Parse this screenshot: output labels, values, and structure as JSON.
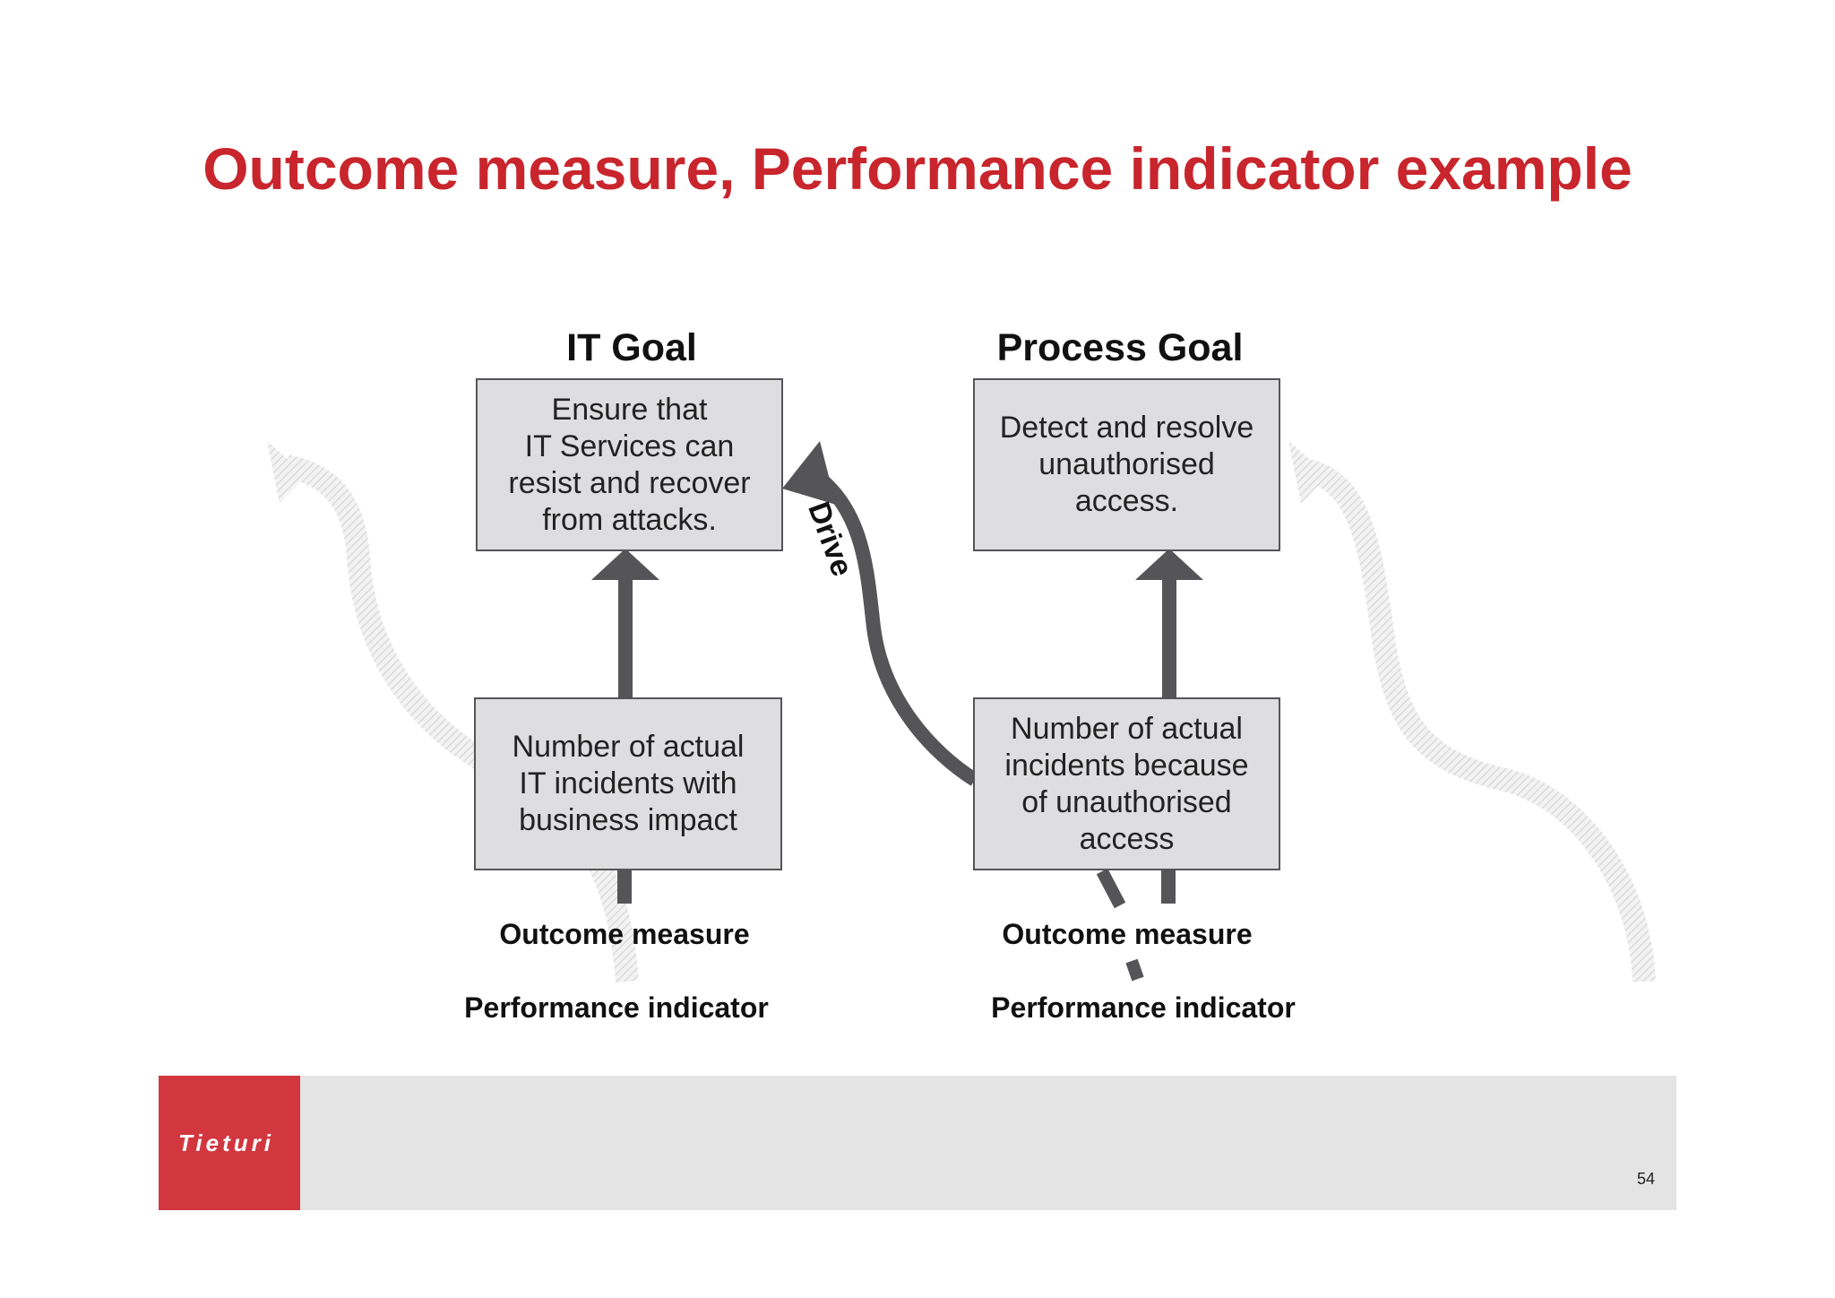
{
  "title": "Outcome measure, Performance indicator example",
  "left": {
    "heading": "IT Goal",
    "goal_text": "Ensure that\nIT Services can\nresist and recover\nfrom attacks.",
    "measure_text": "Number of actual\nIT incidents with\nbusiness impact",
    "outcome_label": "Outcome measure",
    "performance_label": "Performance indicator"
  },
  "right": {
    "heading": "Process Goal",
    "goal_text": "Detect and resolve\nunauthorised\naccess.",
    "measure_text": "Number of actual\nincidents because\nof unauthorised\naccess",
    "outcome_label": "Outcome measure",
    "performance_label": "Performance indicator"
  },
  "drive_label": "Drive",
  "footer": {
    "logo_text": "Tieturi",
    "page_number": "54"
  },
  "colors": {
    "title": "#c8252c",
    "arrow": "#555558",
    "box_fill": "#dedee0",
    "logo_block": "#d2363f",
    "footer_bar": "#e4e4e4"
  }
}
